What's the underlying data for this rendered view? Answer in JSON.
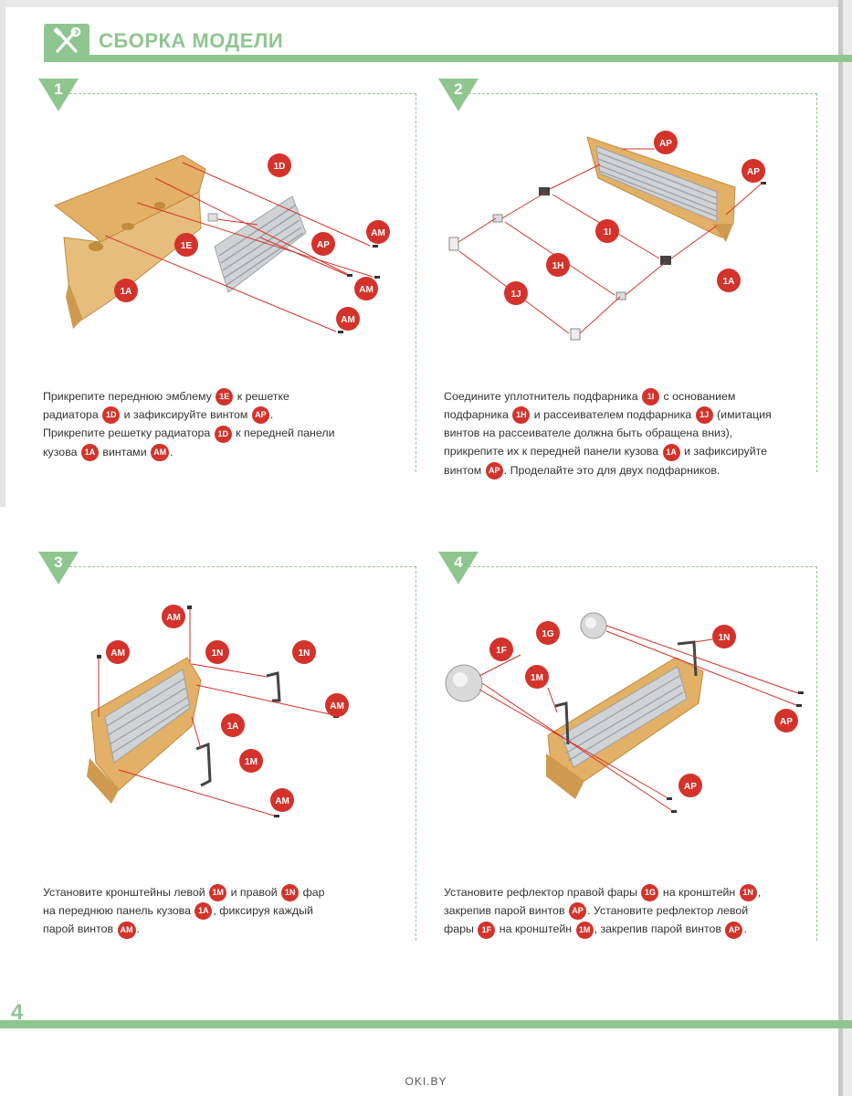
{
  "header": {
    "title": "СБОРКА МОДЕЛИ",
    "icon": "wrench-screwdriver-icon"
  },
  "colors": {
    "accent_green": "#8fc690",
    "callout_red": "#d3332b",
    "plastic_tan": "#e2b066",
    "grille_grey": "#d0d3d6"
  },
  "steps": [
    {
      "number": "1",
      "labels": {
        "l1D": "1D",
        "l1E": "1E",
        "lAP": "AP",
        "lAM1": "AM",
        "lAM2": "AM",
        "lAM3": "AM",
        "l1A": "1A"
      },
      "text": [
        [
          "Прикрепите переднюю эмблему ",
          {
            "tag": "1E"
          },
          " к решетке"
        ],
        [
          "радиатора ",
          {
            "tag": "1D"
          },
          " и зафиксируйте винтом ",
          {
            "tag": "AP"
          },
          "."
        ],
        [
          "Прикрепите решетку радиатора ",
          {
            "tag": "1D"
          },
          " к передней панели"
        ],
        [
          "кузова ",
          {
            "tag": "1A"
          },
          " винтами ",
          {
            "tag": "AM"
          },
          "."
        ]
      ]
    },
    {
      "number": "2",
      "labels": {
        "lAP1": "AP",
        "lAP2": "AP",
        "l1I": "1I",
        "l1H": "1H",
        "l1J": "1J",
        "l1A": "1A"
      },
      "text": [
        [
          "Соедините уплотнитель подфарника ",
          {
            "tag": "1I"
          },
          " с основанием"
        ],
        [
          "подфарника ",
          {
            "tag": "1H"
          },
          " и рассеивателем подфарника ",
          {
            "tag": "1J"
          },
          " (имитация"
        ],
        [
          "винтов на рассеивателе должна быть обращена вниз),"
        ],
        [
          "прикрепите их к передней панели кузова ",
          {
            "tag": "1A"
          },
          " и зафиксируйте"
        ],
        [
          "винтом ",
          {
            "tag": "AP"
          },
          ". Проделайте это для двух подфарников."
        ]
      ]
    },
    {
      "number": "3",
      "labels": {
        "lAM1": "AM",
        "lAM2": "AM",
        "l1N1": "1N",
        "l1N2": "1N",
        "lAM3": "AM",
        "l1A": "1A",
        "l1M": "1M",
        "lAM4": "AM"
      },
      "text": [
        [
          "Установите кронштейны левой ",
          {
            "tag": "1M"
          },
          " и правой ",
          {
            "tag": "1N"
          },
          " фар"
        ],
        [
          "на переднюю панель кузова ",
          {
            "tag": "1A"
          },
          ", фиксируя каждый"
        ],
        [
          "парой винтов ",
          {
            "tag": "AM"
          },
          "."
        ]
      ]
    },
    {
      "number": "4",
      "labels": {
        "l1G": "1G",
        "l1N": "1N",
        "l1F": "1F",
        "l1M": "1M",
        "lAP1": "AP",
        "lAP2": "AP"
      },
      "text": [
        [
          "Установите рефлектор правой фары ",
          {
            "tag": "1G"
          },
          " на кронштейн ",
          {
            "tag": "1N"
          },
          ","
        ],
        [
          "закрепив парой винтов ",
          {
            "tag": "AP"
          },
          ". Установите рефлектор левой"
        ],
        [
          "фары ",
          {
            "tag": "1F"
          },
          " на кронштейн ",
          {
            "tag": "1M"
          },
          ", закрепив парой винтов ",
          {
            "tag": "AP"
          },
          "."
        ]
      ]
    }
  ],
  "footer": {
    "page_number": "4",
    "watermark": "OKI.BY"
  }
}
